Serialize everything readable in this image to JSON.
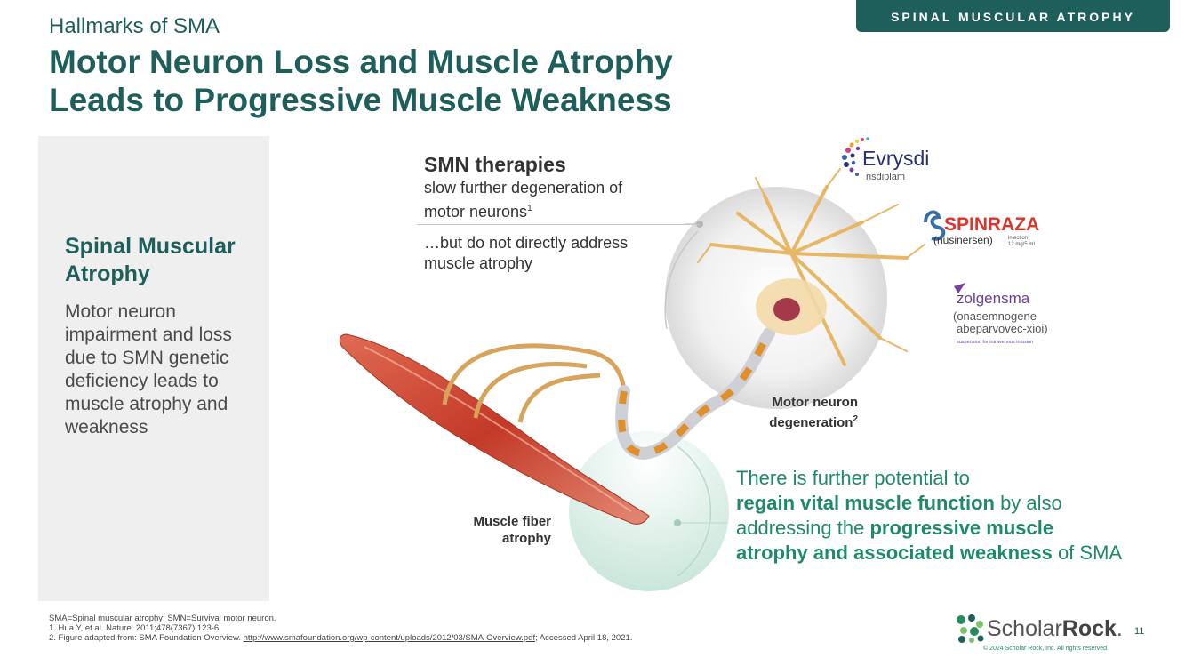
{
  "header": {
    "tag": "SPINAL MUSCULAR ATROPHY",
    "kicker": "Hallmarks of SMA",
    "title_line1": "Motor Neuron Loss and Muscle Atrophy",
    "title_line2": "Leads to Progressive Muscle Weakness"
  },
  "panel": {
    "title": "Spinal Muscular Atrophy",
    "body": "Motor neuron impairment and loss due to SMN genetic deficiency leads to muscle atrophy and weakness"
  },
  "therapies": {
    "title": "SMN therapies",
    "line1": "slow further degeneration of",
    "line2": "motor neurons",
    "line2_sup": "1",
    "but_line1": "…but do not directly address",
    "but_line2": "muscle atrophy"
  },
  "labels": {
    "motor_line1": "Motor neuron",
    "motor_line2": "degeneration",
    "motor_sup": "2",
    "fiber_line1": "Muscle fiber",
    "fiber_line2": "atrophy"
  },
  "potential": {
    "p1": "There is further potential to",
    "b1": "regain vital muscle function",
    "p2": " by also addressing the ",
    "b2": "progressive muscle atrophy and associated weakness",
    "p3": " of SMA"
  },
  "logos": {
    "evrysdi_name": "Evrysdi",
    "evrysdi_generic": "risdiplam",
    "spinraza_name": "SPINRAZA",
    "spinraza_generic": "(nusinersen)",
    "spinraza_dose_1": "injection",
    "spinraza_dose_2": "12 mg/5 mL",
    "zolgensma_name": "zolgensma",
    "zolgensma_generic_1": "(onasemnogene",
    "zolgensma_generic_2": "abeparvovec-xioi)",
    "zolgensma_note": "suspension for intravenous infusion"
  },
  "footnotes": {
    "line1": "SMA=Spinal muscular atrophy; SMN=Survival motor neuron.",
    "line2": "1. Hua Y, et al. Nature. 2011;478(7367):123-6.",
    "line3_prefix": "2. Figure adapted from: SMA Foundation Overview. ",
    "line3_link": "http://www.smafoundation.org/wp-content/uploads/2012/03/SMA-Overview.pdf",
    "line3_suffix": "; Accessed April 18, 2021."
  },
  "brand": {
    "scholar": "Scholar",
    "rock": "Rock",
    "tm": ".",
    "copyright": "© 2024 Scholar Rock, Inc. All rights reserved.",
    "page": "11"
  },
  "colors": {
    "primary": "#1f5f5b",
    "accent_green": "#1f8a6b",
    "panel_bg": "#efefef",
    "muscle_red": "#c8402c",
    "nerve_orange": "#e0902a",
    "spinraza_red": "#d9362b"
  }
}
